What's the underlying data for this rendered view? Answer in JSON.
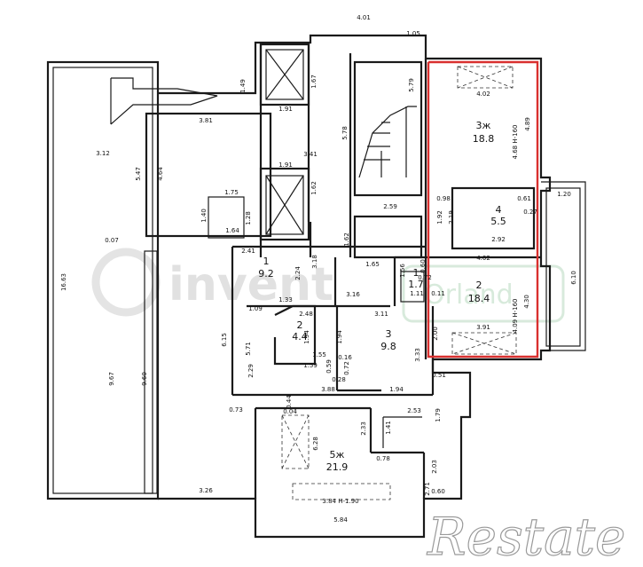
{
  "rooms": [
    {
      "id": "r-3zh",
      "number": "3ж",
      "area": "18.8"
    },
    {
      "id": "r-4",
      "number": "4",
      "area": "5.5"
    },
    {
      "id": "r-2a",
      "number": "2",
      "area": "18.4"
    },
    {
      "id": "r-1a",
      "number": "1",
      "area": "1.7"
    },
    {
      "id": "r-1b",
      "number": "1",
      "area": "9.2"
    },
    {
      "id": "r-2b",
      "number": "2",
      "area": "4.4"
    },
    {
      "id": "r-3",
      "number": "3",
      "area": "9.8"
    },
    {
      "id": "r-5zh",
      "number": "5ж",
      "area": "21.9"
    }
  ],
  "dimensions": [
    "4.01",
    "1.05",
    "1.49",
    "1.67",
    "5.79",
    "4.02",
    "4.89",
    "4.68 H-160",
    "1.91",
    "5.78",
    "3.41",
    "3.81",
    "4.64",
    "5.47",
    "3.12",
    "1.91",
    "1.62",
    "1.75",
    "1.40",
    "1.28",
    "1.64",
    "0.07",
    "0.98",
    "0.61",
    "1.92",
    "2.19",
    "0.27",
    "2.92",
    "1.20",
    "2.59",
    "1.62",
    "2.41",
    "3.18",
    "1.65",
    "2.24",
    "1.56",
    "0.60",
    "0.72",
    "4.02",
    "6.10",
    "16.63",
    "1.11",
    "0.11",
    "1.33",
    "3.16",
    "4.30",
    "1.09",
    "2.48",
    "3.11",
    "2.00",
    "3.91",
    "4.09 H-160",
    "6.15",
    "5.71",
    "1.94",
    "1.94",
    "3.33",
    "1.55",
    "1.59",
    "0.59",
    "0.16",
    "0.72",
    "0.28",
    "2.29",
    "3.88",
    "1.94",
    "0.51",
    "0.73",
    "9.67",
    "9.60",
    "0.44",
    "0.04",
    "2.53",
    "1.79",
    "2.33",
    "1.41",
    "6.28",
    "0.78",
    "2.03",
    "2.71",
    "3.26",
    "0.60",
    "3.84 H-1.90",
    "5.84"
  ],
  "watermarks": {
    "left": "invent",
    "middle": "Orland",
    "brand": "Restate"
  }
}
